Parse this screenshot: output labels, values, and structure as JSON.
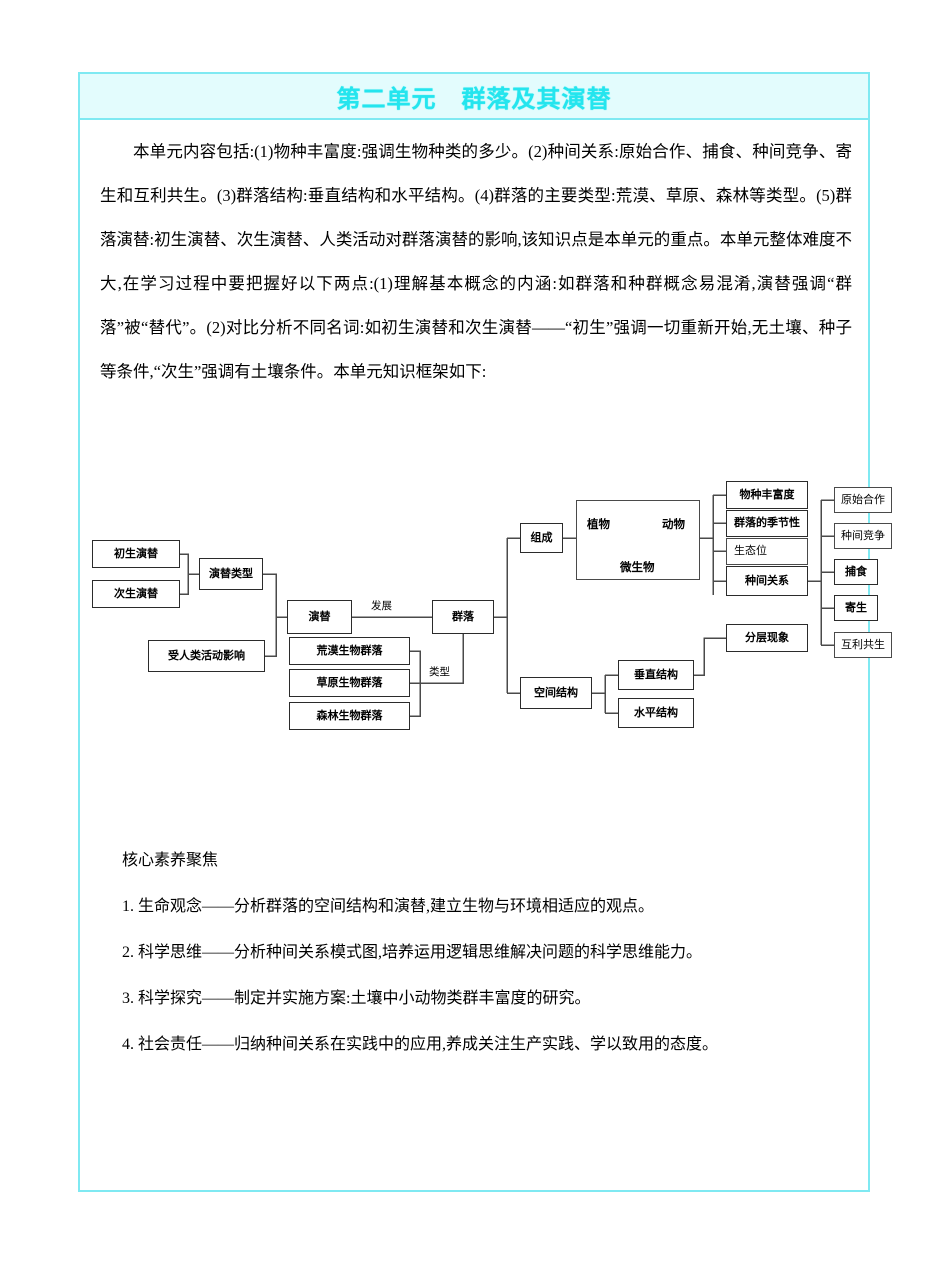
{
  "header": {
    "unit_label": "第二单元",
    "unit_title": "群落及其演替",
    "full_title": "第二单元　群落及其演替",
    "title_color": "#24e5ee",
    "band_bg": "#e3fcfd",
    "frame_color": "#7fe9f2"
  },
  "intro": {
    "paragraph": "本单元内容包括:(1)物种丰富度:强调生物种类的多少。(2)种间关系:原始合作、捕食、种间竞争、寄生和互利共生。(3)群落结构:垂直结构和水平结构。(4)群落的主要类型:荒漠、草原、森林等类型。(5)群落演替:初生演替、次生演替、人类活动对群落演替的影响,该知识点是本单元的重点。本单元整体难度不大,在学习过程中要把握好以下两点:(1)理解基本概念的内涵:如群落和种群概念易混淆,演替强调“群落”被“替代”。(2)对比分析不同名词:如初生演替和次生演替——“初生”强调一切重新开始,无土壤、种子等条件,“次生”强调有土壤条件。本单元知识框架如下:"
  },
  "diagram": {
    "nodes": {
      "primary_succession": "初生演替",
      "secondary_succession": "次生演替",
      "succession_types": "演替类型",
      "human_impact": "受人类活动影响",
      "succession": "演替",
      "community": "群落",
      "desert_biome": "荒漠生物群落",
      "grassland_biome": "草原生物群落",
      "forest_biome": "森林生物群落",
      "composition": "组成",
      "spatial_structure": "空间结构",
      "plants": "植物",
      "animals": "动物",
      "microbes": "微生物",
      "species_richness": "物种丰富度",
      "seasonality": "群落的季节性",
      "niche": "生态位",
      "interspecific_relations": "种间关系",
      "stratification": "分层现象",
      "vertical_structure": "垂直结构",
      "horizontal_structure": "水平结构",
      "mutual_cooperation": "原始合作",
      "interspecific_competition": "种间竞争",
      "predation": "捕食",
      "parasitism": "寄生",
      "mutualism": "互利共生"
    },
    "edge_labels": {
      "develop": "发展",
      "type": "类型"
    }
  },
  "focus": {
    "heading": "核心素养聚焦",
    "items": [
      "1. 生命观念——分析群落的空间结构和演替,建立生物与环境相适应的观点。",
      "2. 科学思维——分析种间关系模式图,培养运用逻辑思维解决问题的科学思维能力。",
      "3. 科学探究——制定并实施方案:土壤中小动物类群丰富度的研究。",
      "4. 社会责任——归纳种间关系在实践中的应用,养成关注生产实践、学以致用的态度。"
    ]
  }
}
